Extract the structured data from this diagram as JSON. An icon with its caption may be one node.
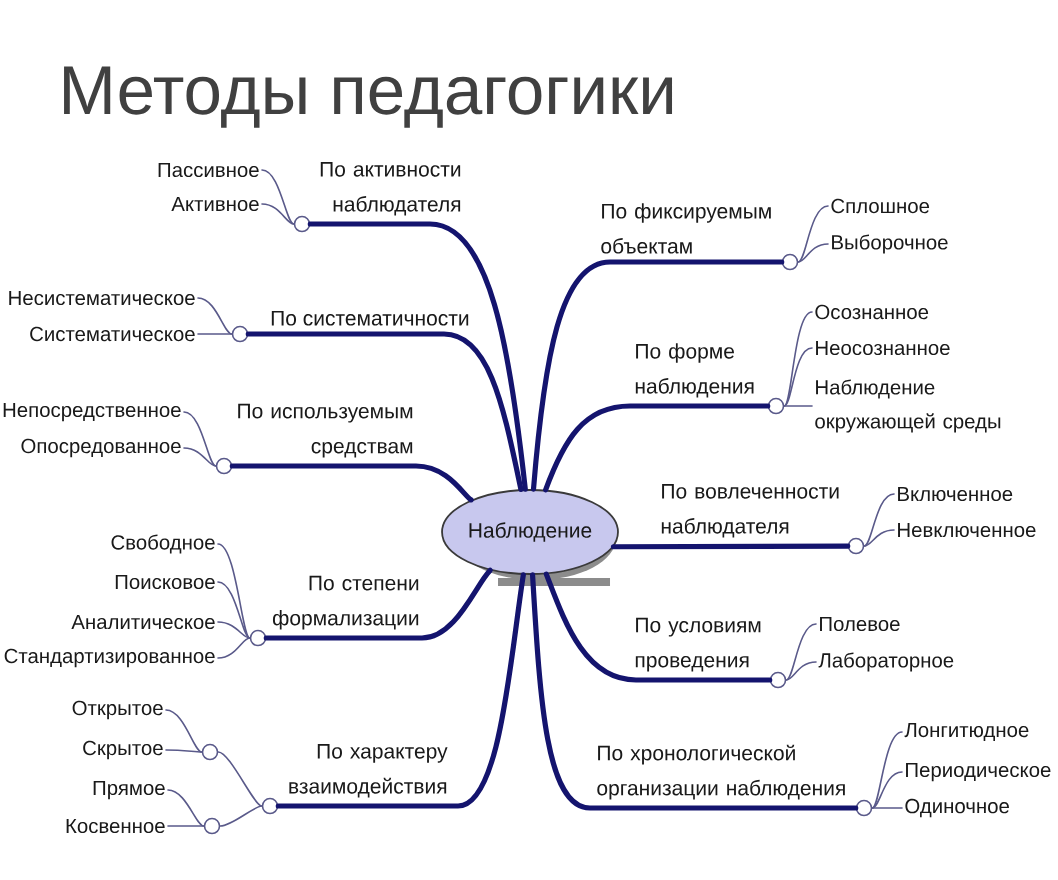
{
  "diagram": {
    "title": "Методы педагогики",
    "nodes": [
      {
        "text": [
          "Наблюдение"
        ]
      },
      {
        "text": [],
        "shape": "circle"
      },
      {
        "text": [
          "Пассивное"
        ]
      },
      {
        "text": [
          "Активное"
        ]
      },
      {
        "text": [],
        "shape": "circle"
      },
      {
        "text": [
          "Несистематическое"
        ]
      },
      {
        "text": [
          "Систематическое"
        ]
      },
      {
        "text": [],
        "shape": "circle"
      },
      {
        "text": [
          "Непосредственное"
        ]
      },
      {
        "text": [
          "Опосредованное"
        ]
      },
      {
        "text": [],
        "shape": "circle"
      },
      {
        "text": [
          "Свободное"
        ]
      },
      {
        "text": [
          "Поисковое"
        ]
      },
      {
        "text": [
          "Аналитическое"
        ]
      },
      {
        "text": [
          "Стандартизированное"
        ]
      },
      {
        "text": [],
        "shape": "circle"
      },
      {
        "text": [],
        "shape": "circle"
      },
      {
        "text": [
          "Открытое"
        ]
      },
      {
        "text": [
          "Скрытое"
        ]
      },
      {
        "text": [],
        "shape": "circle"
      },
      {
        "text": [
          "Прямое"
        ]
      },
      {
        "text": [
          "Косвенное"
        ]
      },
      {
        "text": [],
        "shape": "circle"
      },
      {
        "text": [
          "Сплошное"
        ]
      },
      {
        "text": [
          "Выборочное"
        ]
      },
      {
        "text": [],
        "shape": "circle"
      },
      {
        "text": [
          "Осознанное"
        ]
      },
      {
        "text": [
          "Неосознанное"
        ]
      },
      {
        "text": [
          "Наблюдение окружающей среды"
        ]
      },
      {
        "text": [],
        "shape": "circle"
      },
      {
        "text": [
          "Включенное"
        ]
      },
      {
        "text": [
          "Невключенное"
        ]
      },
      {
        "text": [],
        "shape": "circle"
      },
      {
        "text": [
          "Полевое"
        ]
      },
      {
        "text": [
          "Лабораторное"
        ]
      },
      {
        "text": [],
        "shape": "circle"
      },
      {
        "text": [
          "Лонгитюдное"
        ]
      },
      {
        "text": [
          "Периодическое"
        ]
      },
      {
        "text": [
          "Одиночное"
        ]
      }
    ],
    "edges": [
      {
        "from": 0,
        "to": 1,
        "arrow": "none",
        "label": "По активности наблюдателя",
        "style": "thick",
        "color": "#14146e"
      },
      {
        "from": 1,
        "to": 2,
        "arrow": "none"
      },
      {
        "from": 1,
        "to": 3,
        "arrow": "none"
      },
      {
        "from": 0,
        "to": 4,
        "arrow": "none",
        "label": "По систематичности",
        "style": "thick",
        "color": "#14146e"
      },
      {
        "from": 4,
        "to": 5,
        "arrow": "none"
      },
      {
        "from": 4,
        "to": 6,
        "arrow": "none"
      },
      {
        "from": 0,
        "to": 7,
        "arrow": "none",
        "label": "По используемым средствам",
        "style": "thick",
        "color": "#14146e"
      },
      {
        "from": 7,
        "to": 8,
        "arrow": "none"
      },
      {
        "from": 7,
        "to": 9,
        "arrow": "none"
      },
      {
        "from": 0,
        "to": 10,
        "arrow": "none",
        "label": "По степени формализации",
        "style": "thick",
        "color": "#14146e"
      },
      {
        "from": 10,
        "to": 11,
        "arrow": "none"
      },
      {
        "from": 10,
        "to": 12,
        "arrow": "none"
      },
      {
        "from": 10,
        "to": 13,
        "arrow": "none"
      },
      {
        "from": 10,
        "to": 14,
        "arrow": "none"
      },
      {
        "from": 0,
        "to": 15,
        "arrow": "none",
        "label": "По характеру взаимодействия",
        "style": "thick",
        "color": "#14146e"
      },
      {
        "from": 15,
        "to": 16,
        "arrow": "none"
      },
      {
        "from": 16,
        "to": 17,
        "arrow": "none"
      },
      {
        "from": 16,
        "to": 18,
        "arrow": "none"
      },
      {
        "from": 15,
        "to": 19,
        "arrow": "none"
      },
      {
        "from": 19,
        "to": 20,
        "arrow": "none"
      },
      {
        "from": 19,
        "to": 21,
        "arrow": "none"
      },
      {
        "from": 0,
        "to": 22,
        "arrow": "none",
        "label": "По фиксируемым объектам",
        "style": "thick",
        "color": "#14146e"
      },
      {
        "from": 22,
        "to": 23,
        "arrow": "none"
      },
      {
        "from": 22,
        "to": 24,
        "arrow": "none"
      },
      {
        "from": 0,
        "to": 25,
        "arrow": "none",
        "label": "По форме наблюдения",
        "style": "thick",
        "color": "#14146e"
      },
      {
        "from": 25,
        "to": 26,
        "arrow": "none"
      },
      {
        "from": 25,
        "to": 27,
        "arrow": "none"
      },
      {
        "from": 25,
        "to": 28,
        "arrow": "none"
      },
      {
        "from": 0,
        "to": 29,
        "arrow": "none",
        "label": "По вовлеченности наблюдателя",
        "style": "thick",
        "color": "#14146e"
      },
      {
        "from": 29,
        "to": 30,
        "arrow": "none"
      },
      {
        "from": 29,
        "to": 31,
        "arrow": "none"
      },
      {
        "from": 0,
        "to": 32,
        "arrow": "none",
        "label": "По условиям проведения",
        "style": "thick",
        "color": "#14146e"
      },
      {
        "from": 32,
        "to": 33,
        "arrow": "none"
      },
      {
        "from": 32,
        "to": 34,
        "arrow": "none"
      },
      {
        "from": 0,
        "to": 35,
        "arrow": "none",
        "label": "По хронологической организации наблюдения",
        "style": "thick",
        "color": "#14146e"
      },
      {
        "from": 35,
        "to": 36,
        "arrow": "none"
      },
      {
        "from": 35,
        "to": 37,
        "arrow": "none"
      },
      {
        "from": 35,
        "to": 38,
        "arrow": "none"
      }
    ]
  }
}
